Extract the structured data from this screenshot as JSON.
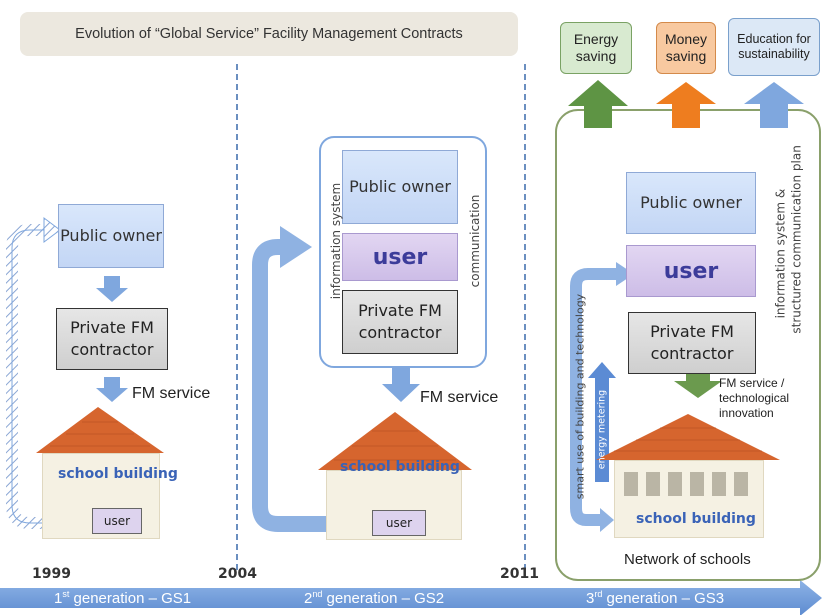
{
  "title": "Evolution of “Global Service” Facility Management Contracts",
  "benefits": {
    "energy": "Energy saving",
    "money": "Money saving",
    "education": "Education for sustainability"
  },
  "gen1": {
    "owner": "Public owner",
    "contractor": "Private FM contractor",
    "service": "FM service",
    "school": "school building",
    "user": "user"
  },
  "gen2": {
    "owner": "Public owner",
    "user": "user",
    "contractor": "Private FM contractor",
    "left_side": "information system",
    "right_side": "communication",
    "service": "FM service",
    "school": "school building",
    "small_user": "user"
  },
  "gen3": {
    "owner": "Public owner",
    "user": "user",
    "contractor": "Private FM contractor",
    "right_side_1": "information system &",
    "right_side_2": "structured communication plan",
    "smart_use": "smart use of building and technology",
    "metering": "energy metering",
    "service_1": "FM service /",
    "service_2": "technological",
    "service_3": "innovation",
    "school": "school building",
    "network": "Network of schools"
  },
  "timeline": {
    "years": [
      "1999",
      "2004",
      "2011"
    ],
    "gen1_ord": "1",
    "gen1_sup": "st",
    "gen1_rest": " generation – GS1",
    "gen2_ord": "2",
    "gen2_sup": "nd",
    "gen2_rest": " generation – GS2",
    "gen3_ord": "3",
    "gen3_sup": "rd",
    "gen3_rest": " generation – GS3"
  },
  "colors": {
    "arrow_blue": "#7fa7de",
    "roof": "#d6652e",
    "green_arrow": "#5e9444",
    "orange_arrow": "#ee7d1f",
    "frame_green": "#8aa06b"
  }
}
